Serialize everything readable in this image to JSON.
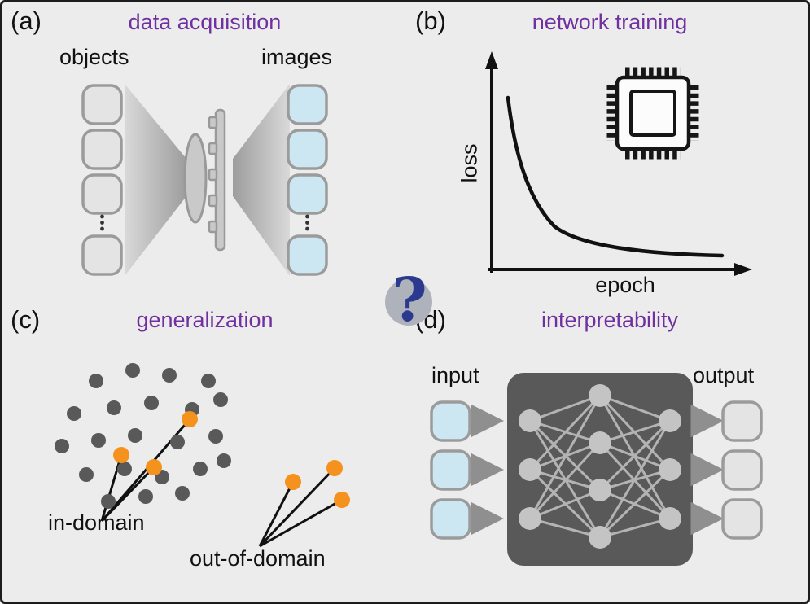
{
  "colors": {
    "background": "#ececec",
    "panel_title_purple": "#7030a0",
    "object_square_fill": "#e4e4e4",
    "image_square_fill": "#cde7f2",
    "outline_gray": "#9b9b9b",
    "orange_dot": "#f5921e",
    "dark_gray": "#595959",
    "node_gray": "#c4c4c4",
    "link_gray": "#b3b3b3",
    "question_mark_blue": "#2b3a8f",
    "line_black": "#111111"
  },
  "center": {
    "question_mark": "?"
  },
  "panels": {
    "a": {
      "label": "(a)",
      "title": "data acquisition",
      "objects_caption": "objects",
      "images_caption": "images"
    },
    "b": {
      "label": "(b)",
      "title": "network training",
      "y_axis_label": "loss",
      "x_axis_label": "epoch"
    },
    "c": {
      "label": "(c)",
      "title": "generalization",
      "in_domain_caption": "in-domain",
      "out_of_domain_caption": "out-of-domain"
    },
    "d": {
      "label": "(d)",
      "title": "interpretability",
      "input_caption": "input",
      "output_caption": "output"
    }
  }
}
